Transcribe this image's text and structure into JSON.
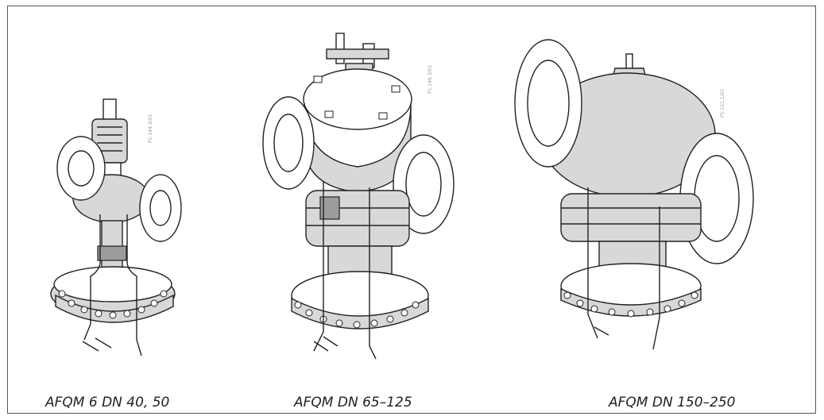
{
  "figures": [
    {
      "caption": "AFQM 6 DN 40, 50",
      "code": "P1.144.3/01",
      "icon": "valve-small-drawing"
    },
    {
      "caption": "AFQM DN 65–125",
      "code": "P1.146.3/01",
      "icon": "valve-medium-drawing"
    },
    {
      "caption": "AFQM DN 150–250",
      "code": "P1.151.1/02",
      "icon": "valve-large-drawing"
    }
  ]
}
